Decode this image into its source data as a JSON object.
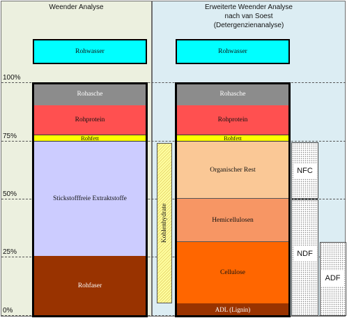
{
  "left": {
    "title": "Weender Analyse",
    "water": "Rohwasser",
    "segments": {
      "ash": "Rohasche",
      "protein": "Rohprotein",
      "fat": "Rohfett",
      "nfe": "Stickstofffreie Extraktstoffe",
      "fiber": "Rohfaser"
    }
  },
  "right": {
    "title_line1": "Erweiterte Weender Analyse",
    "title_line2": "nach van Soest",
    "title_line3": "(Detergenzienanalyse)",
    "water": "Rohwasser",
    "carbohydrates": "Kohlenhydrate",
    "segments": {
      "ash": "Rohasche",
      "protein": "Rohprotein",
      "fat": "Rohfett",
      "organic_rest": "Organischer Rest",
      "hemicellulose": "Hemicellulosen",
      "cellulose": "Cellulose",
      "adl": "ADL (Lignin)"
    },
    "brackets": {
      "nfc": "NFC",
      "ndf": "NDF",
      "adf": "ADF"
    }
  },
  "axis": {
    "p100": "100%",
    "p75": "75%",
    "p50": "50%",
    "p25": "25%",
    "p0": "0%"
  },
  "colors": {
    "left_panel": "#ecf0df",
    "right_panel": "#dcedf3",
    "water": "#00ffff",
    "ash": "#8c8c8c",
    "protein": "#ff5050",
    "fat": "#ffff00",
    "nfe": "#ccccff",
    "fiber": "#993300",
    "organic_rest": "#fac896",
    "hemicellulose": "#f79664",
    "cellulose": "#ff6600",
    "adl": "#993300"
  }
}
